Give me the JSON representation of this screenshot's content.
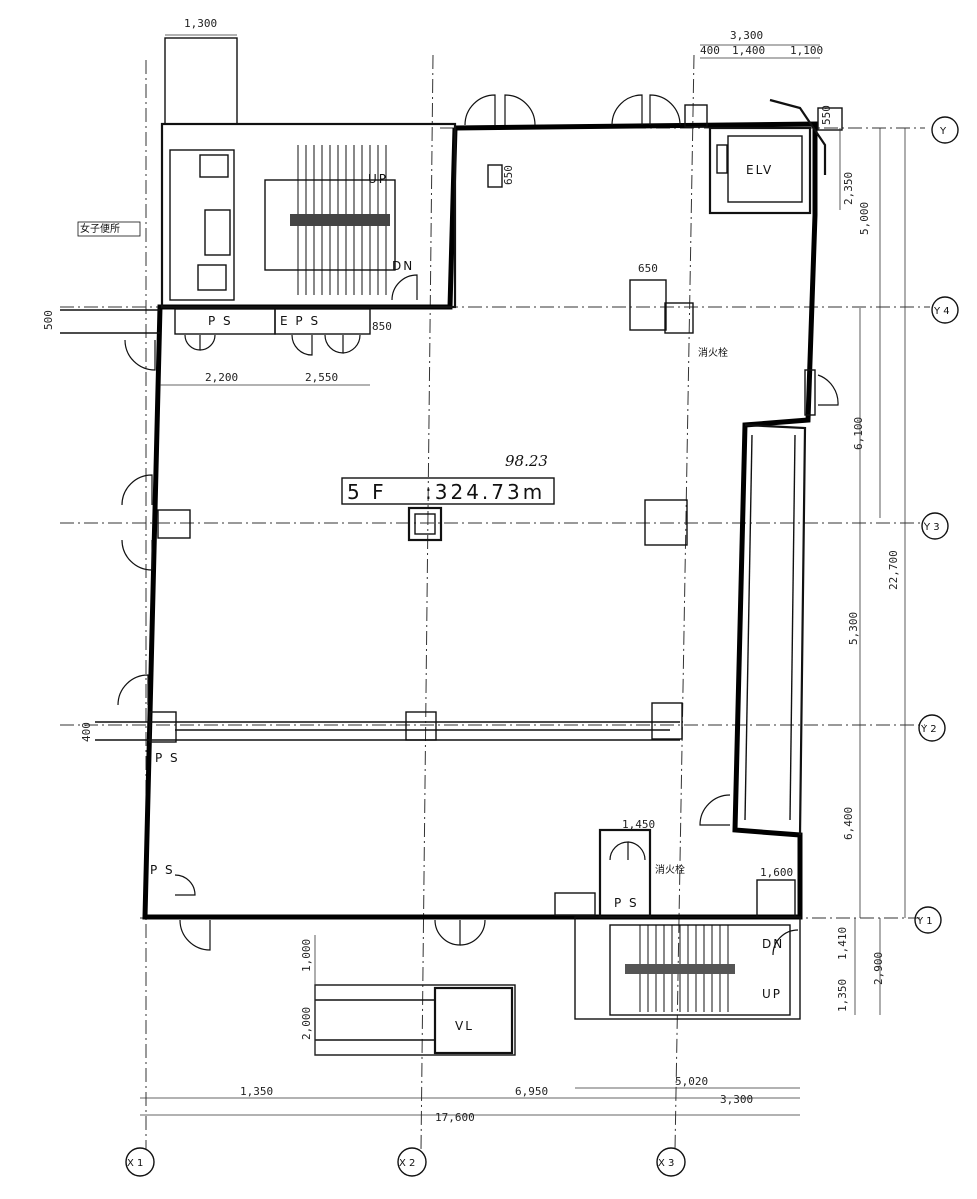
{
  "floor": {
    "label": "5 F",
    "area": ":324.73m",
    "handwritten_note": "98.23"
  },
  "rooms": {
    "elevator": "ELV",
    "stairs_up_top": "UP",
    "stairs_down_top": "DN",
    "stairs_up_bottom": "UP",
    "stairs_down_bottom": "DN",
    "vl": "VL",
    "toilet_women": "女子便所",
    "ps_top": "P S",
    "eps_top": "E P S",
    "ps_left_mid": "P S",
    "ps_left_bottom": "P S",
    "ps_bottom": "P S",
    "fire_hydrant_top": "消火栓",
    "fire_hydrant_bottom": "消火栓"
  },
  "dimensions": {
    "top_left": "1,300",
    "top_right_total": "3,300",
    "top_right_a": "400",
    "top_right_b": "1,400",
    "top_right_c": "1,100",
    "right_small": "550",
    "elv_side": "2,350",
    "right_a": "5,000",
    "right_b": "6,100",
    "right_c": "5,300",
    "right_total": "22,700",
    "right_d": "6,400",
    "right_e": "1,410",
    "right_f": "1,350",
    "right_g": "2,900",
    "ps_w": "2,200",
    "eps_w": "2,550",
    "small_850": "850",
    "small_650": "650",
    "left_500": "500",
    "top_650": "650",
    "bot_1450": "1,450",
    "bot_1600": "1,600",
    "vl_1000": "1,000",
    "vl_2000": "2,000",
    "bot_5020": "5,020",
    "bot_1350": "1,350",
    "bot_6950": "6,950",
    "bot_3300": "3,300",
    "bot_total": "17,600",
    "left_400": "400"
  },
  "axes": {
    "x1": "X 1",
    "x2": "X 2",
    "x3": "X 3",
    "y1": "Y 1",
    "y2": "Y 2",
    "y3": "Y 3",
    "y4": "Y 4",
    "y5": "Y"
  }
}
